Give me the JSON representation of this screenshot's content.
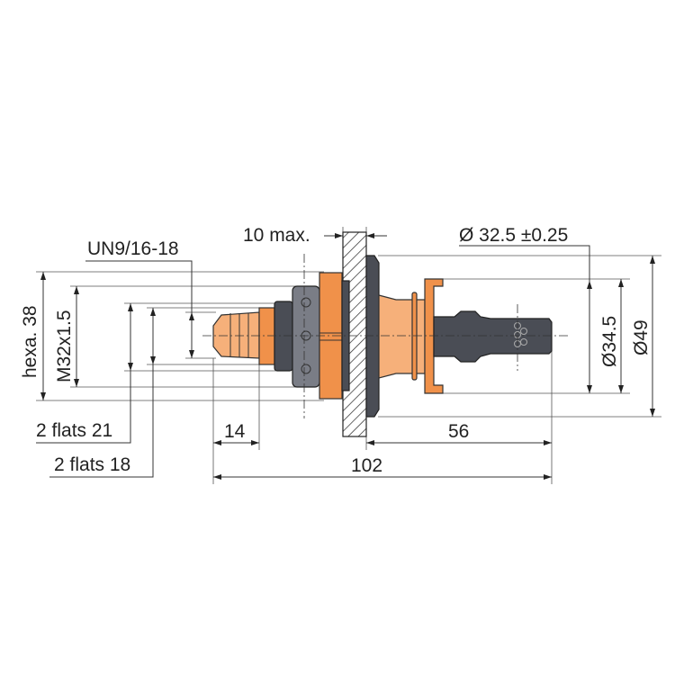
{
  "drawing": {
    "labels": {
      "ten_max": "10 max.",
      "un_thread": "UN9/16-18",
      "diameter_32_5": "Ø 32.5 ±0.25",
      "hexa_38": "hexa. 38",
      "m32": "M32x1.5",
      "flats_21": "2 flats 21",
      "flats_18": "2 flats 18",
      "dim_14": "14",
      "dim_56": "56",
      "dim_102": "102",
      "diameter_34_5": "Ø34.5",
      "diameter_49": "Ø49"
    },
    "colors": {
      "orange": "#f0914a",
      "dark": "#4a4d55"
    }
  }
}
